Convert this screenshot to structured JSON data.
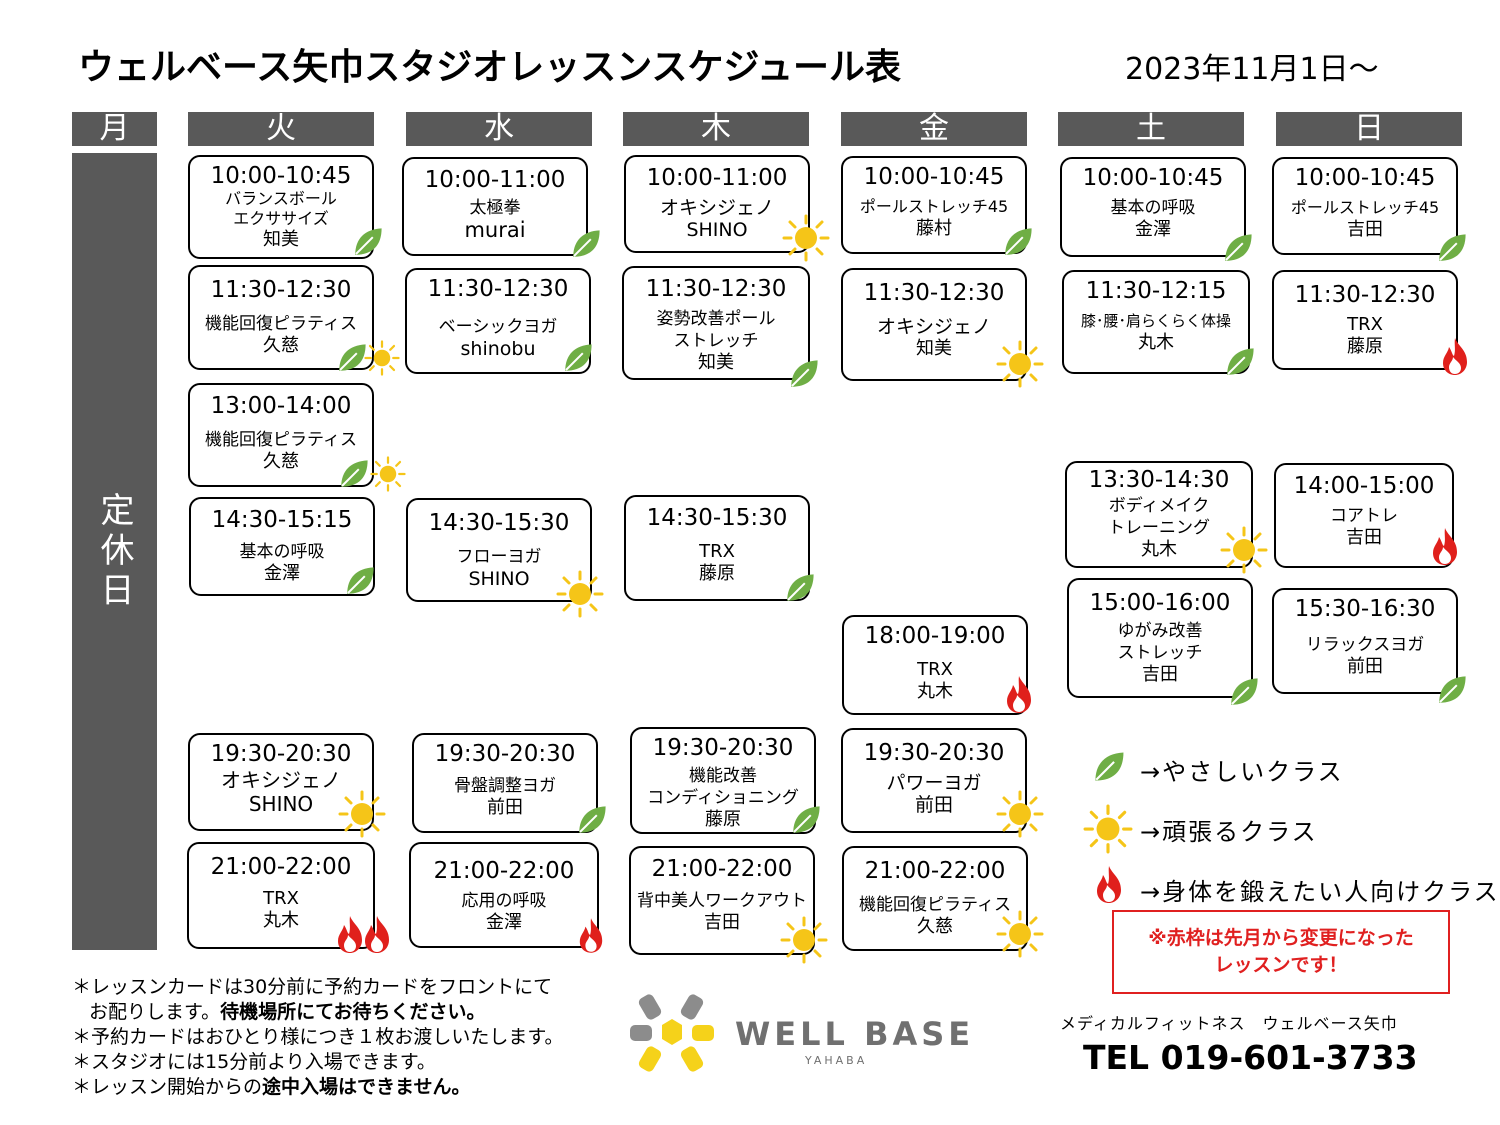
{
  "title": "ウェルベース矢巾スタジオレッスンスケジュール表",
  "date": "2023年11月1日～",
  "days": [
    "月",
    "火",
    "水",
    "木",
    "金",
    "土",
    "日"
  ],
  "closed_label": "定休日",
  "lessons": {
    "tue1": {
      "time": "10:00-10:45",
      "name": "バランスボール\nエクササイズ",
      "inst": "知美"
    },
    "tue2": {
      "time": "11:30-12:30",
      "name": "機能回復ピラティス",
      "inst": "久慈"
    },
    "tue3": {
      "time": "13:00-14:00",
      "name": "機能回復ピラティス",
      "inst": "久慈"
    },
    "tue4": {
      "time": "14:30-15:15",
      "name": "基本の呼吸",
      "inst": "金澤"
    },
    "tue5": {
      "time": "19:30-20:30",
      "name": "オキシジェノ",
      "inst": "SHINO"
    },
    "tue6": {
      "time": "21:00-22:00",
      "name": "TRX",
      "inst": "丸木"
    },
    "wed1": {
      "time": "10:00-11:00",
      "name": "太極拳",
      "inst": "murai"
    },
    "wed2": {
      "time": "11:30-12:30",
      "name": "ベーシックヨガ",
      "inst": "shinobu"
    },
    "wed3": {
      "time": "14:30-15:30",
      "name": "フローヨガ",
      "inst": "SHINO"
    },
    "wed4": {
      "time": "19:30-20:30",
      "name": "骨盤調整ヨガ",
      "inst": "前田"
    },
    "wed5": {
      "time": "21:00-22:00",
      "name": "応用の呼吸",
      "inst": "金澤"
    },
    "thu1": {
      "time": "10:00-11:00",
      "name": "オキシジェノ",
      "inst": "SHINO"
    },
    "thu2": {
      "time": "11:30-12:30",
      "name": "姿勢改善ポール\nストレッチ",
      "inst": "知美"
    },
    "thu3": {
      "time": "14:30-15:30",
      "name": "TRX",
      "inst": "藤原"
    },
    "thu4": {
      "time": "19:30-20:30",
      "name": "機能改善\nコンディショニング",
      "inst": "藤原"
    },
    "thu5": {
      "time": "21:00-22:00",
      "name": "背中美人ワークアウト",
      "inst": "吉田"
    },
    "fri1": {
      "time": "10:00-10:45",
      "name": "ポールストレッチ45",
      "inst": "藤村"
    },
    "fri2": {
      "time": "11:30-12:30",
      "name": "オキシジェノ",
      "inst": "知美"
    },
    "fri3": {
      "time": "18:00-19:00",
      "name": "TRX",
      "inst": "丸木"
    },
    "fri4": {
      "time": "19:30-20:30",
      "name": "パワーヨガ",
      "inst": "前田"
    },
    "fri5": {
      "time": "21:00-22:00",
      "name": "機能回復ピラティス",
      "inst": "久慈"
    },
    "sat1": {
      "time": "10:00-10:45",
      "name": "基本の呼吸",
      "inst": "金澤"
    },
    "sat2": {
      "time": "11:30-12:15",
      "name": "膝･腰･肩らくらく体操",
      "inst": "丸木"
    },
    "sat3": {
      "time": "13:30-14:30",
      "name": "ボディメイク\nトレーニング",
      "inst": "丸木"
    },
    "sat4": {
      "time": "15:00-16:00",
      "name": "ゆがみ改善\nストレッチ",
      "inst": "吉田"
    },
    "sun1": {
      "time": "10:00-10:45",
      "name": "ポールストレッチ45",
      "inst": "吉田"
    },
    "sun2": {
      "time": "11:30-12:30",
      "name": "TRX",
      "inst": "藤原"
    },
    "sun3": {
      "time": "14:00-15:00",
      "name": "コアトレ",
      "inst": "吉田"
    },
    "sun4": {
      "time": "15:30-16:30",
      "name": "リラックスヨガ",
      "inst": "前田"
    }
  },
  "legend": {
    "easy": "→やさしいクラス",
    "hard": "→頑張るクラス",
    "fire": "→身体を鍛えたい人向けクラス"
  },
  "notice": [
    "※赤枠は先月から変更になった",
    "レッスンです！"
  ],
  "notes": {
    "n1a": "＊レッスンカードは30分前に予約カードをフロントにて",
    "n1b": "お配りします。",
    "n1c": "待機場所にてお待ちください。",
    "n2": "＊予約カードはおひとり様につき１枚お渡しいたします。",
    "n3": "＊スタジオには15分前より入場できます。",
    "n4a": "＊レッスン開始からの",
    "n4b": "途中入場はできません。"
  },
  "logo": {
    "main": "WELL BASE",
    "sub": "YAHABA"
  },
  "studio": "メディカルフィットネス　ウェルベース矢巾",
  "tel": "TEL 019-601-3733",
  "colors": {
    "header": "#595959",
    "leaf": "#6fae45",
    "sun": "#f5c518",
    "fire": "#e0201c",
    "notice": "#e02020"
  }
}
